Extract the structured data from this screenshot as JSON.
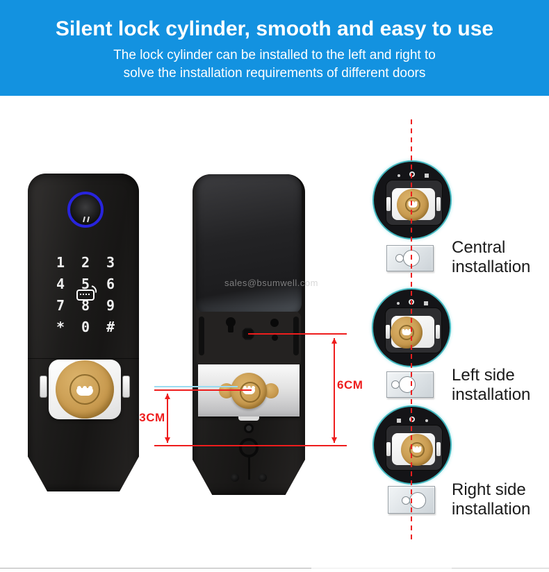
{
  "hero": {
    "title": "Silent lock cylinder, smooth and easy to use",
    "subtitle_line1": "The lock cylinder can be installed to the left and right to",
    "subtitle_line2": "solve the installation requirements of different doors"
  },
  "watermark": "sales@bsumwell.com",
  "front_lock": {
    "keys": [
      "1",
      "2",
      "3",
      "4",
      "5",
      "6",
      "7",
      "8",
      "9",
      "*",
      "0",
      "#"
    ]
  },
  "annotations": {
    "offset_label": "3CM",
    "total_label": "6CM"
  },
  "installations": [
    {
      "label": "Central installation",
      "position": "center"
    },
    {
      "label": "Left side installation",
      "position": "left"
    },
    {
      "label": "Right side installation",
      "position": "right"
    }
  ],
  "colors": {
    "hero_background": "#1392e0",
    "annotation_red": "#ee1d1d",
    "detail_ring_cyan": "#4ad2dc",
    "cylinder_gold": "#c89a4f",
    "fingerprint_ring_blue": "#2824dd"
  }
}
